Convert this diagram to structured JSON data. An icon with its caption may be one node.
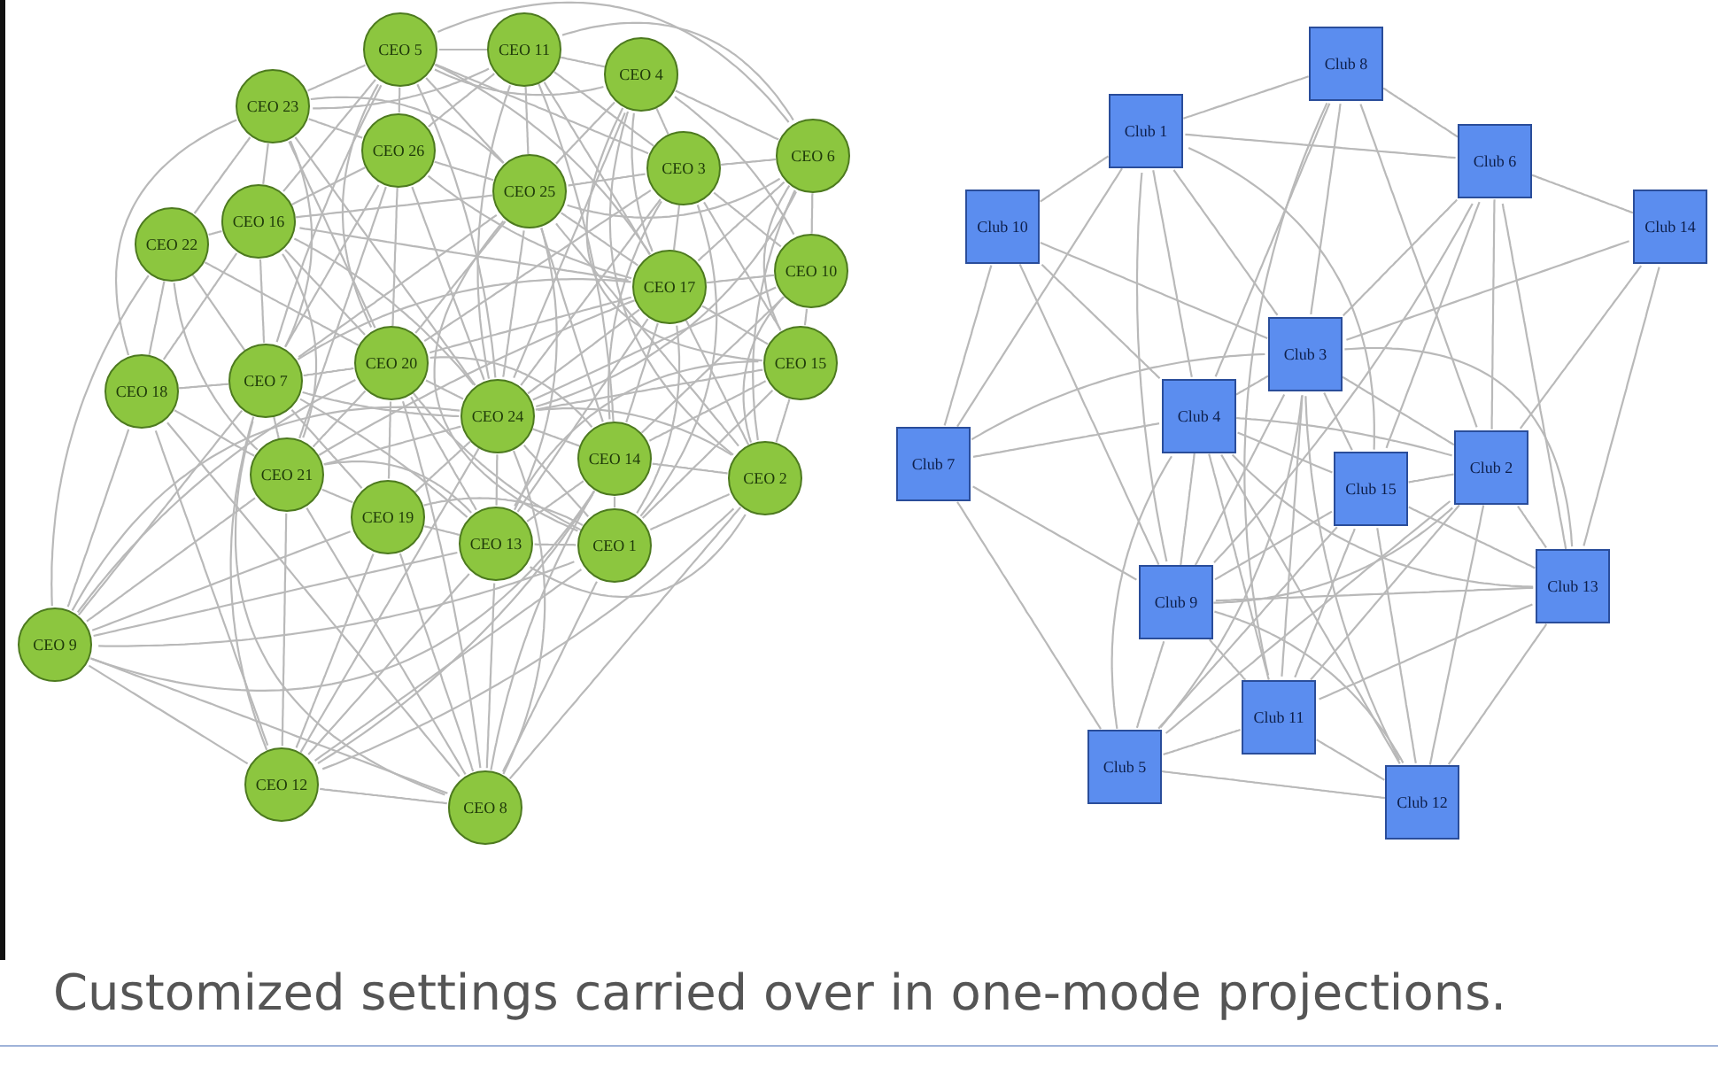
{
  "diagram": {
    "caption": "Customized settings carried over in one-mode projections.",
    "nodes": [
      {
        "text": [
          "CEO 5"
        ]
      },
      {
        "text": [
          "CEO 11"
        ]
      },
      {
        "text": [
          "CEO 23"
        ]
      },
      {
        "text": [
          "CEO 4"
        ]
      },
      {
        "text": [
          "CEO 26"
        ]
      },
      {
        "text": [
          "CEO 6"
        ]
      },
      {
        "text": [
          "CEO 3"
        ]
      },
      {
        "text": [
          "CEO 25"
        ]
      },
      {
        "text": [
          "CEO 16"
        ]
      },
      {
        "text": [
          "CEO 22"
        ]
      },
      {
        "text": [
          "CEO 10"
        ]
      },
      {
        "text": [
          "CEO 17"
        ]
      },
      {
        "text": [
          "CEO 20"
        ]
      },
      {
        "text": [
          "CEO 15"
        ]
      },
      {
        "text": [
          "CEO 7"
        ]
      },
      {
        "text": [
          "CEO 18"
        ]
      },
      {
        "text": [
          "CEO 24"
        ]
      },
      {
        "text": [
          "CEO 14"
        ]
      },
      {
        "text": [
          "CEO 21"
        ]
      },
      {
        "text": [
          "CEO 2"
        ]
      },
      {
        "text": [
          "CEO 19"
        ]
      },
      {
        "text": [
          "CEO 13"
        ]
      },
      {
        "text": [
          "CEO 1"
        ]
      },
      {
        "text": [
          "CEO 9"
        ]
      },
      {
        "text": [
          "CEO 12"
        ]
      },
      {
        "text": [
          "CEO 8"
        ]
      },
      {
        "text": [
          "Club 8"
        ]
      },
      {
        "text": [
          "Club 1"
        ]
      },
      {
        "text": [
          "Club 6"
        ]
      },
      {
        "text": [
          "Club 10"
        ]
      },
      {
        "text": [
          "Club 14"
        ]
      },
      {
        "text": [
          "Club 3"
        ]
      },
      {
        "text": [
          "Club 4"
        ]
      },
      {
        "text": [
          "Club 7"
        ]
      },
      {
        "text": [
          "Club 2"
        ]
      },
      {
        "text": [
          "Club 15"
        ]
      },
      {
        "text": [
          "Club 13"
        ]
      },
      {
        "text": [
          "Club 9"
        ]
      },
      {
        "text": [
          "Club 11"
        ]
      },
      {
        "text": [
          "Club 5"
        ]
      },
      {
        "text": [
          "Club 12"
        ]
      }
    ],
    "edges": [
      {
        "from": 0,
        "to": 1,
        "arrow": "none"
      },
      {
        "from": 0,
        "to": 2,
        "arrow": "none"
      },
      {
        "from": 0,
        "to": 3,
        "arrow": "none"
      },
      {
        "from": 0,
        "to": 4,
        "arrow": "none"
      },
      {
        "from": 0,
        "to": 7,
        "arrow": "none"
      },
      {
        "from": 0,
        "to": 8,
        "arrow": "none"
      },
      {
        "from": 0,
        "to": 6,
        "arrow": "none"
      },
      {
        "from": 0,
        "to": 11,
        "arrow": "none"
      },
      {
        "from": 0,
        "to": 12,
        "arrow": "none"
      },
      {
        "from": 0,
        "to": 16,
        "arrow": "none"
      },
      {
        "from": 0,
        "to": 5,
        "arrow": "none"
      },
      {
        "from": 0,
        "to": 14,
        "arrow": "none"
      },
      {
        "from": 1,
        "to": 3,
        "arrow": "none"
      },
      {
        "from": 1,
        "to": 4,
        "arrow": "none"
      },
      {
        "from": 1,
        "to": 6,
        "arrow": "none"
      },
      {
        "from": 1,
        "to": 7,
        "arrow": "none"
      },
      {
        "from": 1,
        "to": 5,
        "arrow": "none"
      },
      {
        "from": 1,
        "to": 2,
        "arrow": "none"
      },
      {
        "from": 1,
        "to": 11,
        "arrow": "none"
      },
      {
        "from": 1,
        "to": 16,
        "arrow": "none"
      },
      {
        "from": 1,
        "to": 17,
        "arrow": "none"
      },
      {
        "from": 2,
        "to": 4,
        "arrow": "none"
      },
      {
        "from": 2,
        "to": 8,
        "arrow": "none"
      },
      {
        "from": 2,
        "to": 9,
        "arrow": "none"
      },
      {
        "from": 2,
        "to": 7,
        "arrow": "none"
      },
      {
        "from": 2,
        "to": 12,
        "arrow": "none"
      },
      {
        "from": 2,
        "to": 15,
        "arrow": "none"
      },
      {
        "from": 2,
        "to": 14,
        "arrow": "none"
      },
      {
        "from": 2,
        "to": 16,
        "arrow": "none"
      },
      {
        "from": 3,
        "to": 5,
        "arrow": "none"
      },
      {
        "from": 3,
        "to": 6,
        "arrow": "none"
      },
      {
        "from": 3,
        "to": 7,
        "arrow": "none"
      },
      {
        "from": 3,
        "to": 11,
        "arrow": "none"
      },
      {
        "from": 3,
        "to": 10,
        "arrow": "none"
      },
      {
        "from": 3,
        "to": 13,
        "arrow": "none"
      },
      {
        "from": 3,
        "to": 16,
        "arrow": "none"
      },
      {
        "from": 3,
        "to": 19,
        "arrow": "none"
      },
      {
        "from": 4,
        "to": 7,
        "arrow": "none"
      },
      {
        "from": 4,
        "to": 8,
        "arrow": "none"
      },
      {
        "from": 4,
        "to": 12,
        "arrow": "none"
      },
      {
        "from": 4,
        "to": 16,
        "arrow": "none"
      },
      {
        "from": 4,
        "to": 14,
        "arrow": "none"
      },
      {
        "from": 4,
        "to": 11,
        "arrow": "none"
      },
      {
        "from": 4,
        "to": 18,
        "arrow": "none"
      },
      {
        "from": 5,
        "to": 6,
        "arrow": "none"
      },
      {
        "from": 5,
        "to": 10,
        "arrow": "none"
      },
      {
        "from": 5,
        "to": 13,
        "arrow": "none"
      },
      {
        "from": 5,
        "to": 11,
        "arrow": "none"
      },
      {
        "from": 5,
        "to": 19,
        "arrow": "none"
      },
      {
        "from": 5,
        "to": 7,
        "arrow": "none"
      },
      {
        "from": 5,
        "to": 16,
        "arrow": "none"
      },
      {
        "from": 6,
        "to": 7,
        "arrow": "none"
      },
      {
        "from": 6,
        "to": 11,
        "arrow": "none"
      },
      {
        "from": 6,
        "to": 10,
        "arrow": "none"
      },
      {
        "from": 6,
        "to": 13,
        "arrow": "none"
      },
      {
        "from": 6,
        "to": 12,
        "arrow": "none"
      },
      {
        "from": 6,
        "to": 16,
        "arrow": "none"
      },
      {
        "from": 6,
        "to": 17,
        "arrow": "none"
      },
      {
        "from": 6,
        "to": 22,
        "arrow": "none"
      },
      {
        "from": 7,
        "to": 8,
        "arrow": "none"
      },
      {
        "from": 7,
        "to": 11,
        "arrow": "none"
      },
      {
        "from": 7,
        "to": 12,
        "arrow": "none"
      },
      {
        "from": 7,
        "to": 16,
        "arrow": "none"
      },
      {
        "from": 7,
        "to": 14,
        "arrow": "none"
      },
      {
        "from": 7,
        "to": 17,
        "arrow": "none"
      },
      {
        "from": 7,
        "to": 21,
        "arrow": "none"
      },
      {
        "from": 7,
        "to": 22,
        "arrow": "none"
      },
      {
        "from": 7,
        "to": 19,
        "arrow": "none"
      },
      {
        "from": 8,
        "to": 9,
        "arrow": "none"
      },
      {
        "from": 8,
        "to": 12,
        "arrow": "none"
      },
      {
        "from": 8,
        "to": 14,
        "arrow": "none"
      },
      {
        "from": 8,
        "to": 15,
        "arrow": "none"
      },
      {
        "from": 8,
        "to": 16,
        "arrow": "none"
      },
      {
        "from": 8,
        "to": 18,
        "arrow": "none"
      },
      {
        "from": 8,
        "to": 11,
        "arrow": "none"
      },
      {
        "from": 9,
        "to": 15,
        "arrow": "none"
      },
      {
        "from": 9,
        "to": 14,
        "arrow": "none"
      },
      {
        "from": 9,
        "to": 12,
        "arrow": "none"
      },
      {
        "from": 9,
        "to": 18,
        "arrow": "none"
      },
      {
        "from": 10,
        "to": 11,
        "arrow": "none"
      },
      {
        "from": 10,
        "to": 13,
        "arrow": "none"
      },
      {
        "from": 10,
        "to": 19,
        "arrow": "none"
      },
      {
        "from": 10,
        "to": 16,
        "arrow": "none"
      },
      {
        "from": 10,
        "to": 17,
        "arrow": "none"
      },
      {
        "from": 11,
        "to": 12,
        "arrow": "none"
      },
      {
        "from": 11,
        "to": 16,
        "arrow": "none"
      },
      {
        "from": 11,
        "to": 17,
        "arrow": "none"
      },
      {
        "from": 11,
        "to": 22,
        "arrow": "none"
      },
      {
        "from": 11,
        "to": 19,
        "arrow": "none"
      },
      {
        "from": 11,
        "to": 13,
        "arrow": "none"
      },
      {
        "from": 11,
        "to": 14,
        "arrow": "none"
      },
      {
        "from": 11,
        "to": 18,
        "arrow": "none"
      },
      {
        "from": 11,
        "to": 21,
        "arrow": "none"
      },
      {
        "from": 12,
        "to": 14,
        "arrow": "none"
      },
      {
        "from": 12,
        "to": 16,
        "arrow": "none"
      },
      {
        "from": 12,
        "to": 18,
        "arrow": "none"
      },
      {
        "from": 12,
        "to": 20,
        "arrow": "none"
      },
      {
        "from": 12,
        "to": 21,
        "arrow": "none"
      },
      {
        "from": 12,
        "to": 17,
        "arrow": "none"
      },
      {
        "from": 12,
        "to": 22,
        "arrow": "none"
      },
      {
        "from": 13,
        "to": 16,
        "arrow": "none"
      },
      {
        "from": 13,
        "to": 17,
        "arrow": "none"
      },
      {
        "from": 13,
        "to": 19,
        "arrow": "none"
      },
      {
        "from": 13,
        "to": 22,
        "arrow": "none"
      },
      {
        "from": 13,
        "to": 21,
        "arrow": "none"
      },
      {
        "from": 14,
        "to": 15,
        "arrow": "none"
      },
      {
        "from": 14,
        "to": 16,
        "arrow": "none"
      },
      {
        "from": 14,
        "to": 18,
        "arrow": "none"
      },
      {
        "from": 14,
        "to": 20,
        "arrow": "none"
      },
      {
        "from": 14,
        "to": 21,
        "arrow": "none"
      },
      {
        "from": 15,
        "to": 18,
        "arrow": "none"
      },
      {
        "from": 16,
        "to": 17,
        "arrow": "none"
      },
      {
        "from": 16,
        "to": 18,
        "arrow": "none"
      },
      {
        "from": 16,
        "to": 20,
        "arrow": "none"
      },
      {
        "from": 16,
        "to": 21,
        "arrow": "none"
      },
      {
        "from": 16,
        "to": 22,
        "arrow": "none"
      },
      {
        "from": 16,
        "to": 19,
        "arrow": "none"
      },
      {
        "from": 17,
        "to": 19,
        "arrow": "none"
      },
      {
        "from": 17,
        "to": 21,
        "arrow": "none"
      },
      {
        "from": 17,
        "to": 22,
        "arrow": "none"
      },
      {
        "from": 18,
        "to": 20,
        "arrow": "none"
      },
      {
        "from": 18,
        "to": 21,
        "arrow": "none"
      },
      {
        "from": 19,
        "to": 22,
        "arrow": "none"
      },
      {
        "from": 19,
        "to": 21,
        "arrow": "none"
      },
      {
        "from": 20,
        "to": 21,
        "arrow": "none"
      },
      {
        "from": 20,
        "to": 22,
        "arrow": "none"
      },
      {
        "from": 21,
        "to": 22,
        "arrow": "none"
      },
      {
        "from": 23,
        "to": 15,
        "arrow": "none"
      },
      {
        "from": 23,
        "to": 9,
        "arrow": "none"
      },
      {
        "from": 23,
        "to": 14,
        "arrow": "none"
      },
      {
        "from": 23,
        "to": 18,
        "arrow": "none"
      },
      {
        "from": 23,
        "to": 12,
        "arrow": "none"
      },
      {
        "from": 23,
        "to": 20,
        "arrow": "none"
      },
      {
        "from": 23,
        "to": 21,
        "arrow": "none"
      },
      {
        "from": 23,
        "to": 22,
        "arrow": "none"
      },
      {
        "from": 23,
        "to": 17,
        "arrow": "none"
      },
      {
        "from": 23,
        "to": 24,
        "arrow": "none"
      },
      {
        "from": 23,
        "to": 16,
        "arrow": "none"
      },
      {
        "from": 23,
        "to": 25,
        "arrow": "none"
      },
      {
        "from": 24,
        "to": 15,
        "arrow": "none"
      },
      {
        "from": 24,
        "to": 14,
        "arrow": "none"
      },
      {
        "from": 24,
        "to": 18,
        "arrow": "none"
      },
      {
        "from": 24,
        "to": 20,
        "arrow": "none"
      },
      {
        "from": 24,
        "to": 21,
        "arrow": "none"
      },
      {
        "from": 24,
        "to": 22,
        "arrow": "none"
      },
      {
        "from": 24,
        "to": 17,
        "arrow": "none"
      },
      {
        "from": 24,
        "to": 16,
        "arrow": "none"
      },
      {
        "from": 24,
        "to": 19,
        "arrow": "none"
      },
      {
        "from": 24,
        "to": 25,
        "arrow": "none"
      },
      {
        "from": 25,
        "to": 15,
        "arrow": "none"
      },
      {
        "from": 25,
        "to": 14,
        "arrow": "none"
      },
      {
        "from": 25,
        "to": 18,
        "arrow": "none"
      },
      {
        "from": 25,
        "to": 20,
        "arrow": "none"
      },
      {
        "from": 25,
        "to": 21,
        "arrow": "none"
      },
      {
        "from": 25,
        "to": 22,
        "arrow": "none"
      },
      {
        "from": 25,
        "to": 17,
        "arrow": "none"
      },
      {
        "from": 25,
        "to": 16,
        "arrow": "none"
      },
      {
        "from": 25,
        "to": 12,
        "arrow": "none"
      },
      {
        "from": 25,
        "to": 19,
        "arrow": "none"
      },
      {
        "from": 26,
        "to": 27,
        "arrow": "none"
      },
      {
        "from": 26,
        "to": 28,
        "arrow": "none"
      },
      {
        "from": 26,
        "to": 32,
        "arrow": "none"
      },
      {
        "from": 26,
        "to": 31,
        "arrow": "none"
      },
      {
        "from": 26,
        "to": 38,
        "arrow": "none"
      },
      {
        "from": 26,
        "to": 34,
        "arrow": "none"
      },
      {
        "from": 27,
        "to": 29,
        "arrow": "none"
      },
      {
        "from": 27,
        "to": 28,
        "arrow": "none"
      },
      {
        "from": 27,
        "to": 33,
        "arrow": "none"
      },
      {
        "from": 27,
        "to": 32,
        "arrow": "none"
      },
      {
        "from": 27,
        "to": 37,
        "arrow": "none"
      },
      {
        "from": 27,
        "to": 31,
        "arrow": "none"
      },
      {
        "from": 27,
        "to": 35,
        "arrow": "none"
      },
      {
        "from": 29,
        "to": 31,
        "arrow": "none"
      },
      {
        "from": 29,
        "to": 33,
        "arrow": "none"
      },
      {
        "from": 29,
        "to": 32,
        "arrow": "none"
      },
      {
        "from": 29,
        "to": 37,
        "arrow": "none"
      },
      {
        "from": 28,
        "to": 30,
        "arrow": "none"
      },
      {
        "from": 28,
        "to": 31,
        "arrow": "none"
      },
      {
        "from": 28,
        "to": 35,
        "arrow": "none"
      },
      {
        "from": 28,
        "to": 34,
        "arrow": "none"
      },
      {
        "from": 28,
        "to": 36,
        "arrow": "none"
      },
      {
        "from": 28,
        "to": 37,
        "arrow": "none"
      },
      {
        "from": 30,
        "to": 31,
        "arrow": "none"
      },
      {
        "from": 30,
        "to": 34,
        "arrow": "none"
      },
      {
        "from": 30,
        "to": 36,
        "arrow": "none"
      },
      {
        "from": 31,
        "to": 32,
        "arrow": "none"
      },
      {
        "from": 31,
        "to": 37,
        "arrow": "none"
      },
      {
        "from": 31,
        "to": 38,
        "arrow": "none"
      },
      {
        "from": 31,
        "to": 35,
        "arrow": "none"
      },
      {
        "from": 31,
        "to": 34,
        "arrow": "none"
      },
      {
        "from": 31,
        "to": 36,
        "arrow": "none"
      },
      {
        "from": 31,
        "to": 40,
        "arrow": "none"
      },
      {
        "from": 31,
        "to": 39,
        "arrow": "none"
      },
      {
        "from": 32,
        "to": 33,
        "arrow": "none"
      },
      {
        "from": 32,
        "to": 37,
        "arrow": "none"
      },
      {
        "from": 32,
        "to": 35,
        "arrow": "none"
      },
      {
        "from": 32,
        "to": 34,
        "arrow": "none"
      },
      {
        "from": 32,
        "to": 38,
        "arrow": "none"
      },
      {
        "from": 32,
        "to": 40,
        "arrow": "none"
      },
      {
        "from": 32,
        "to": 39,
        "arrow": "none"
      },
      {
        "from": 32,
        "to": 36,
        "arrow": "none"
      },
      {
        "from": 33,
        "to": 31,
        "arrow": "none"
      },
      {
        "from": 33,
        "to": 37,
        "arrow": "none"
      },
      {
        "from": 33,
        "to": 39,
        "arrow": "none"
      },
      {
        "from": 34,
        "to": 35,
        "arrow": "none"
      },
      {
        "from": 34,
        "to": 37,
        "arrow": "none"
      },
      {
        "from": 34,
        "to": 39,
        "arrow": "none"
      },
      {
        "from": 34,
        "to": 40,
        "arrow": "none"
      },
      {
        "from": 34,
        "to": 36,
        "arrow": "none"
      },
      {
        "from": 34,
        "to": 38,
        "arrow": "none"
      },
      {
        "from": 35,
        "to": 37,
        "arrow": "none"
      },
      {
        "from": 35,
        "to": 38,
        "arrow": "none"
      },
      {
        "from": 35,
        "to": 40,
        "arrow": "none"
      },
      {
        "from": 35,
        "to": 36,
        "arrow": "none"
      },
      {
        "from": 35,
        "to": 39,
        "arrow": "none"
      },
      {
        "from": 36,
        "to": 37,
        "arrow": "none"
      },
      {
        "from": 36,
        "to": 38,
        "arrow": "none"
      },
      {
        "from": 36,
        "to": 40,
        "arrow": "none"
      },
      {
        "from": 37,
        "to": 38,
        "arrow": "none"
      },
      {
        "from": 37,
        "to": 39,
        "arrow": "none"
      },
      {
        "from": 37,
        "to": 40,
        "arrow": "none"
      },
      {
        "from": 38,
        "to": 39,
        "arrow": "none"
      },
      {
        "from": 38,
        "to": 40,
        "arrow": "none"
      },
      {
        "from": 39,
        "to": 40,
        "arrow": "none"
      }
    ]
  }
}
